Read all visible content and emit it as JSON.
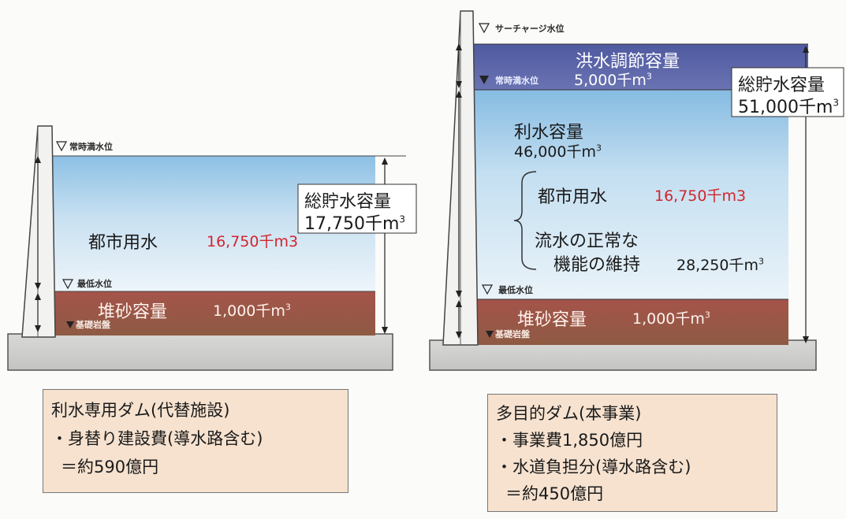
{
  "colors": {
    "water_top": "#8cc0e4",
    "water_bottom": "#e6f1f8",
    "flood_band": "#5a63a6",
    "sediment": "#a0584a",
    "label_box": "#f6e2cf",
    "red_text": "#d0262e"
  },
  "left_dam": {
    "normal_level_label": "常時満水位",
    "min_level_label": "最低水位",
    "bedrock_label": "基礎岩盤",
    "total_label": "総貯水容量",
    "total_value": "17,750千m",
    "total_sup": "3",
    "urban_label": "都市用水",
    "urban_value": "16,750千m3",
    "sediment_label": "堆砂容量",
    "sediment_value": "1,000千m",
    "sediment_sup": "3"
  },
  "right_dam": {
    "surcharge_label": "サーチャージ水位",
    "normal_level_label": "常時満水位",
    "min_level_label": "最低水位",
    "bedrock_label": "基礎岩盤",
    "flood_label": "洪水調節容量",
    "flood_value": "5,000千m",
    "flood_sup": "3",
    "total_label": "総貯水容量",
    "total_value": "51,000千m",
    "total_sup": "3",
    "water_use_label": "利水容量",
    "water_use_value": "46,000千m",
    "water_use_sup": "3",
    "urban_label": "都市用水",
    "urban_value": "16,750千m3",
    "normal_function_line1": "流水の正常な",
    "normal_function_line2": "機能の維持",
    "normal_function_value": "28,250千m",
    "normal_function_sup": "3",
    "sediment_label": "堆砂容量",
    "sediment_value": "1,000千m",
    "sediment_sup": "3"
  },
  "left_box": {
    "line1": "利水専用ダム(代替施設)",
    "line2": "・身替り建設費(導水路含む)",
    "line3": "＝約590億円"
  },
  "right_box": {
    "line1": "多目的ダム(本事業)",
    "line2": "・事業費1,850億円",
    "line3": "・水道負担分(導水路含む)",
    "line4": "＝約450億円"
  }
}
